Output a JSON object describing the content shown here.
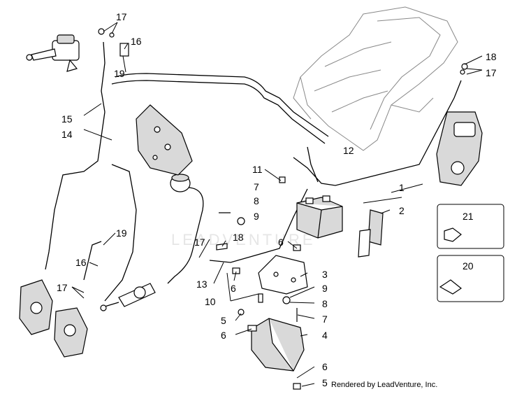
{
  "callouts": {
    "c1": "1",
    "c2": "2",
    "c3": "3",
    "c4": "4",
    "c5a": "5",
    "c5b": "5",
    "c6a": "6",
    "c6b": "6",
    "c6c": "6",
    "c6d": "6",
    "c7a": "7",
    "c7b": "7",
    "c8a": "8",
    "c8b": "8",
    "c9a": "9",
    "c9b": "9",
    "c10": "10",
    "c11": "11",
    "c12": "12",
    "c13": "13",
    "c14": "14",
    "c15": "15",
    "c16a": "16",
    "c16b": "16",
    "c17a": "17",
    "c17b": "17",
    "c17c": "17",
    "c17d": "17",
    "c18a": "18",
    "c18b": "18",
    "c19a": "19",
    "c19b": "19",
    "c20": "20",
    "c21": "21"
  },
  "watermark": "LEADVENTURE",
  "credit": "Rendered by LeadVenture, Inc."
}
